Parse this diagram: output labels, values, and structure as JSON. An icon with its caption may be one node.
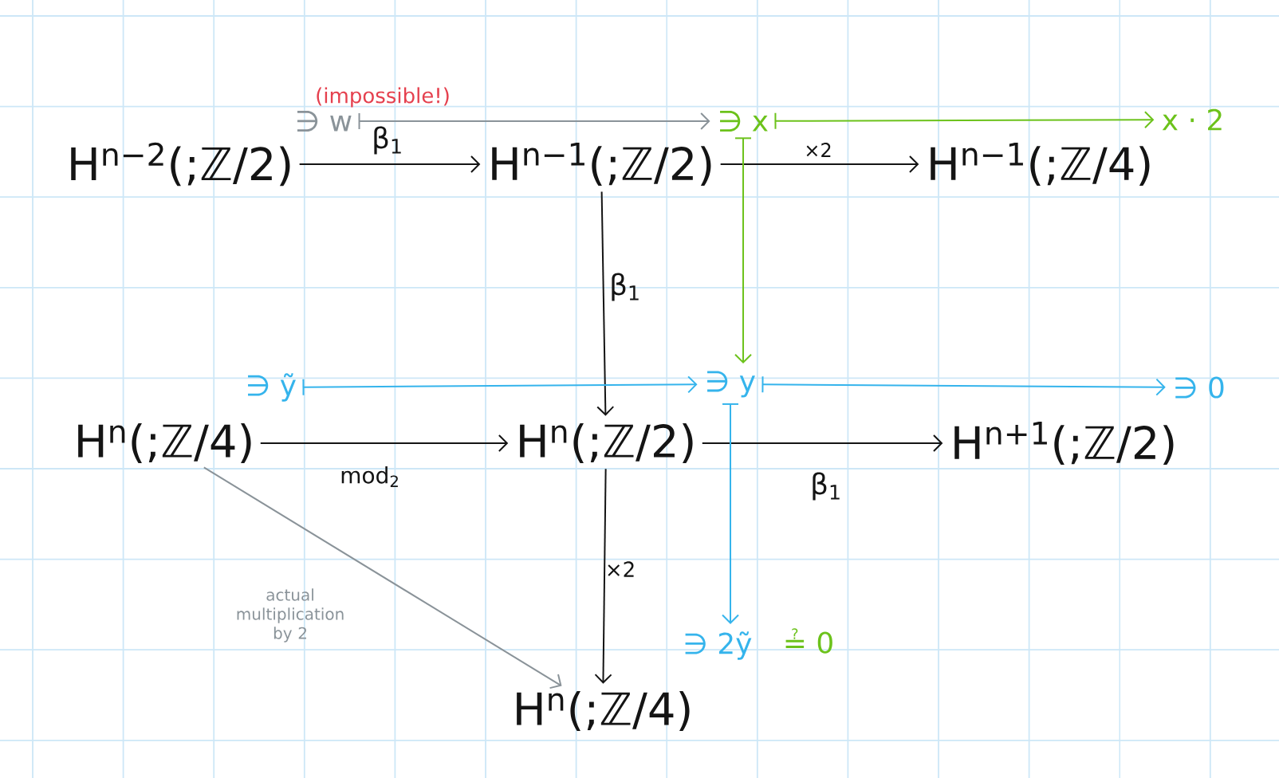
{
  "diagram": {
    "nodes": [
      {
        "text": [
          "H$^{n−2}$(;ℤ/2)"
        ]
      },
      {
        "text": [
          "H$^{n−1}$(;ℤ/2)"
        ]
      },
      {
        "text": [
          "H$^{n−1}$(;ℤ/4)"
        ]
      },
      {
        "text": [
          "H$^{n}$(;ℤ/4)"
        ]
      },
      {
        "text": [
          "H$^{n}$(;ℤ/2)"
        ]
      },
      {
        "text": [
          "H$^{n+1}$(;ℤ/2)"
        ]
      },
      {
        "text": [
          "H$^{n}$(;ℤ/4)"
        ]
      },
      {
        "text": [
          "∋ w"
        ]
      },
      {
        "text": [
          "∋ x"
        ]
      },
      {
        "text": [
          "x · 2"
        ]
      },
      {
        "text": [
          "∋ ỹ"
        ]
      },
      {
        "text": [
          "∋ y"
        ]
      },
      {
        "text": [
          "∋ 0"
        ]
      },
      {
        "text": [
          "∋ 2ỹ"
        ]
      }
    ],
    "edges": [
      {
        "from": 0,
        "to": 1,
        "arrow": "to",
        "label": "β$_{1}$"
      },
      {
        "from": 1,
        "to": 2,
        "arrow": "to",
        "label": "×2"
      },
      {
        "from": 1,
        "to": 4,
        "arrow": "to",
        "label": "β$_{1}$"
      },
      {
        "from": 3,
        "to": 4,
        "arrow": "to",
        "label": "mod$_{2}$"
      },
      {
        "from": 4,
        "to": 5,
        "arrow": "to",
        "label": "β$_{1}$"
      },
      {
        "from": 4,
        "to": 6,
        "arrow": "to",
        "label": "×2"
      },
      {
        "from": 3,
        "to": 6,
        "arrow": "to",
        "label": "actual multiplication by 2",
        "color": "#8a9399"
      },
      {
        "from": 7,
        "to": 8,
        "arrow": "to",
        "label": "(impossible!)",
        "color": "#8a9399"
      },
      {
        "from": 8,
        "to": 9,
        "arrow": "to",
        "color": "#6cc21b"
      },
      {
        "from": 8,
        "to": 11,
        "arrow": "to",
        "color": "#6cc21b"
      },
      {
        "from": 10,
        "to": 11,
        "arrow": "to",
        "color": "#35b4ec"
      },
      {
        "from": 11,
        "to": 12,
        "arrow": "to",
        "color": "#35b4ec"
      },
      {
        "from": 11,
        "to": 13,
        "arrow": "to",
        "color": "#35b4ec"
      }
    ],
    "labels": [
      "≟ 0"
    ]
  }
}
